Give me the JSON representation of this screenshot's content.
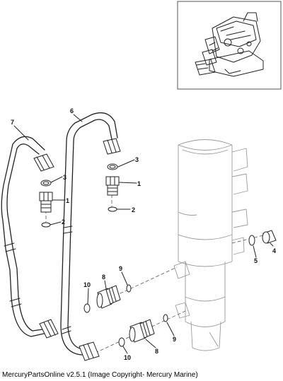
{
  "callouts": {
    "c1a": "1",
    "c1b": "1",
    "c2a": "2",
    "c2b": "2",
    "c3a": "3",
    "c3b": "3",
    "c4": "4",
    "c5": "5",
    "c6": "6",
    "c7": "7",
    "c8a": "8",
    "c8b": "8",
    "c9a": "9",
    "c9b": "9",
    "c10a": "10",
    "c10b": "10"
  },
  "footer": {
    "text": "MercuryPartsOnline v2.5.1 (Image Copyright- Mercury Marine)"
  }
}
